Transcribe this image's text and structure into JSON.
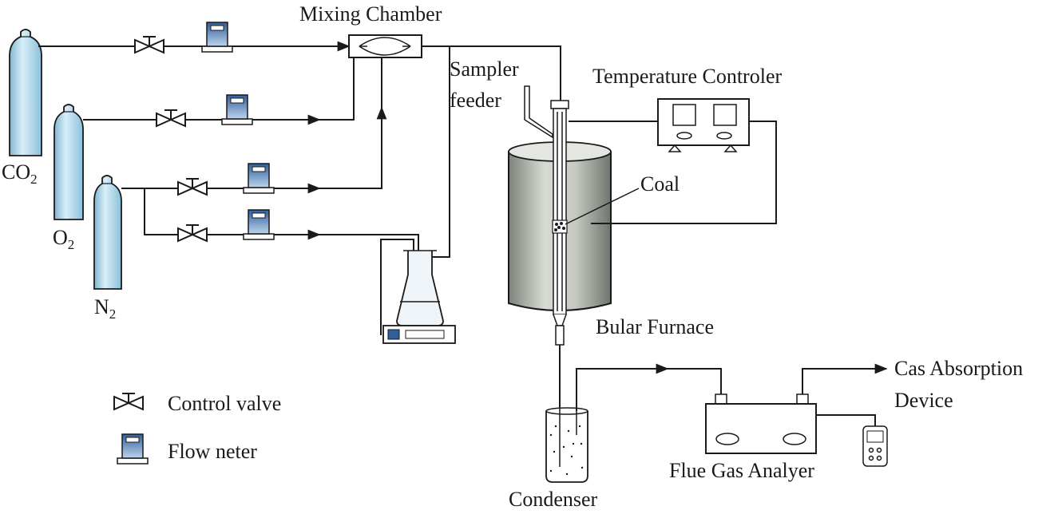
{
  "labels": {
    "mixing_chamber": "Mixing Chamber",
    "sampler_line1": "Sampler",
    "sampler_line2": "feeder",
    "temperature_controller": "Temperature Controler",
    "coal": "Coal",
    "furnace": "Bular Furnace",
    "cas_line1": "Cas Absorption",
    "cas_line2": "Device",
    "condenser": "Condenser",
    "analyzer": "Flue Gas Analyer"
  },
  "cylinders": {
    "co2": {
      "base": "CO",
      "sub": "2"
    },
    "o2": {
      "base": "O",
      "sub": "2"
    },
    "n2": {
      "base": "N",
      "sub": "2"
    }
  },
  "legend": {
    "valve": "Control valve",
    "flowmeter": "Flow neter"
  },
  "colors": {
    "cylinder": "#a9d2e6",
    "flowmeter_body": "#4a86c8",
    "furnace": "#9ea39b",
    "line": "#1a1a1a"
  }
}
